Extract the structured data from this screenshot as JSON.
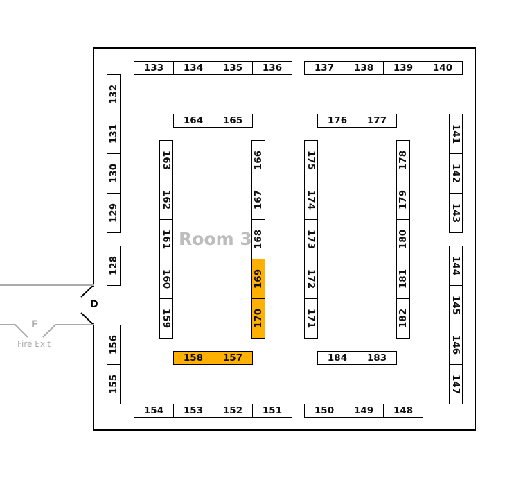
{
  "room": {
    "label": "Room 3"
  },
  "door": {
    "label": "D"
  },
  "fire_exit": {
    "letter": "F",
    "label": "Fire Exit"
  },
  "colors": {
    "highlight": "#FFB000",
    "wall": "#000000",
    "outside_wall": "#aaaaaa"
  },
  "booth_groups": [
    {
      "id": "top-left",
      "booths": [
        {
          "n": "133"
        },
        {
          "n": "134"
        },
        {
          "n": "135"
        },
        {
          "n": "136"
        }
      ]
    },
    {
      "id": "top-right",
      "booths": [
        {
          "n": "137"
        },
        {
          "n": "138"
        },
        {
          "n": "139"
        },
        {
          "n": "140"
        }
      ]
    },
    {
      "id": "left-upper",
      "booths": [
        {
          "n": "132"
        },
        {
          "n": "131"
        },
        {
          "n": "130"
        },
        {
          "n": "129"
        }
      ]
    },
    {
      "id": "left-mid",
      "booths": [
        {
          "n": "128"
        }
      ]
    },
    {
      "id": "left-lower",
      "booths": [
        {
          "n": "156"
        },
        {
          "n": "155"
        }
      ]
    },
    {
      "id": "inner-top-left",
      "booths": [
        {
          "n": "164"
        },
        {
          "n": "165"
        }
      ]
    },
    {
      "id": "inner-top-right",
      "booths": [
        {
          "n": "176"
        },
        {
          "n": "177"
        }
      ]
    },
    {
      "id": "col-a",
      "booths": [
        {
          "n": "163"
        },
        {
          "n": "162"
        },
        {
          "n": "161"
        },
        {
          "n": "160"
        },
        {
          "n": "159"
        }
      ]
    },
    {
      "id": "col-b",
      "booths": [
        {
          "n": "166"
        },
        {
          "n": "167"
        },
        {
          "n": "168"
        },
        {
          "n": "169",
          "highlighted": true
        },
        {
          "n": "170",
          "highlighted": true
        }
      ]
    },
    {
      "id": "col-c",
      "booths": [
        {
          "n": "175"
        },
        {
          "n": "174"
        },
        {
          "n": "173"
        },
        {
          "n": "172"
        },
        {
          "n": "171"
        }
      ]
    },
    {
      "id": "col-d",
      "booths": [
        {
          "n": "178"
        },
        {
          "n": "179"
        },
        {
          "n": "180"
        },
        {
          "n": "181"
        },
        {
          "n": "182"
        }
      ]
    },
    {
      "id": "right-upper",
      "booths": [
        {
          "n": "141"
        },
        {
          "n": "142"
        },
        {
          "n": "143"
        }
      ]
    },
    {
      "id": "right-lower",
      "booths": [
        {
          "n": "144"
        },
        {
          "n": "145"
        },
        {
          "n": "146"
        },
        {
          "n": "147"
        }
      ]
    },
    {
      "id": "inner-bottom-left",
      "booths": [
        {
          "n": "158",
          "highlighted": true
        },
        {
          "n": "157",
          "highlighted": true
        }
      ]
    },
    {
      "id": "inner-bottom-right",
      "booths": [
        {
          "n": "184"
        },
        {
          "n": "183"
        }
      ]
    },
    {
      "id": "bottom-left",
      "booths": [
        {
          "n": "154"
        },
        {
          "n": "153"
        },
        {
          "n": "152"
        },
        {
          "n": "151"
        }
      ]
    },
    {
      "id": "bottom-right",
      "booths": [
        {
          "n": "150"
        },
        {
          "n": "149"
        },
        {
          "n": "148"
        }
      ]
    }
  ]
}
